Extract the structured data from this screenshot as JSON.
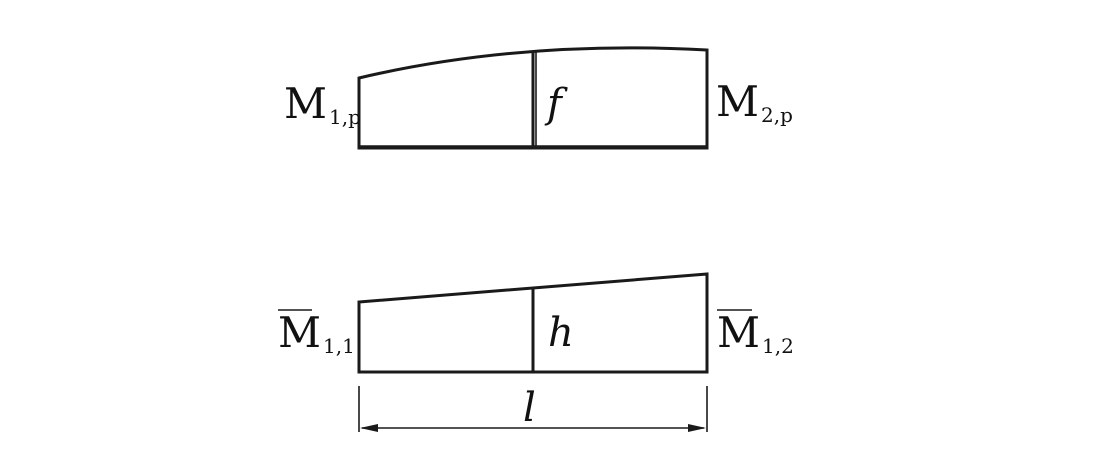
{
  "top_diagram": {
    "left_label": "M",
    "left_sub": "1,p",
    "right_label": "M",
    "right_sub": "2,p",
    "middle_symbol": "f"
  },
  "bottom_diagram": {
    "left_label": "M",
    "left_sub": "1,1",
    "right_label": "M",
    "right_sub": "1,2",
    "middle_symbol": "h"
  },
  "dimension": {
    "symbol": "l"
  }
}
